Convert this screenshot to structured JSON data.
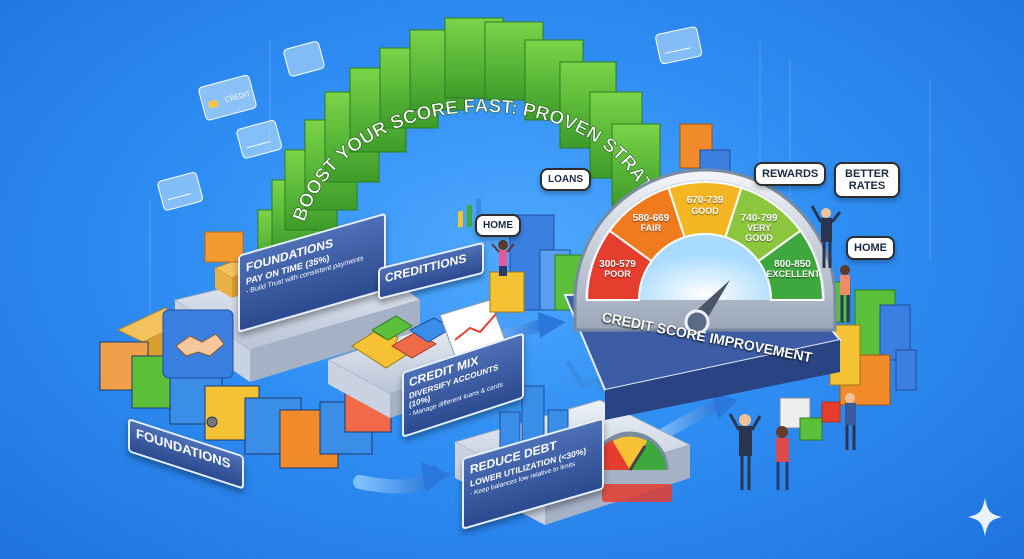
{
  "headline": "BOOST YOUR SCORE FAST: PROVEN STRATEGIES",
  "foundations_card": {
    "title": "FOUNDATIONS",
    "subtitle": "PAY ON TIME (35%)",
    "detail": "- Build Trust with consistent payments"
  },
  "foundations_plate": "FOUNDATIONS",
  "creditions_plate": "CREDITTIONS",
  "credit_mix": {
    "title": "CREDIT MIX",
    "subtitle": "DIVERSIFY ACCOUNTS (10%)",
    "detail": "- Manage different loans & cards"
  },
  "reduce_debt": {
    "title": "REDUCE DEBT",
    "subtitle": "LOWER UTILIZATION (<30%)",
    "detail": "- Keep balances low relative to limits"
  },
  "gauge": {
    "label": "CREDIT SCORE IMPROVEMENT",
    "segments": [
      {
        "range": "300-579",
        "label": "POOR",
        "color": "#e53d2e"
      },
      {
        "range": "580-669",
        "label": "FAIR",
        "color": "#f07b1f"
      },
      {
        "range": "670-739",
        "label": "GOOD",
        "color": "#f5b623"
      },
      {
        "range": "740-799",
        "label": "VERY GOOD",
        "color": "#8cc63f"
      },
      {
        "range": "800-850",
        "label": "EXCELLENT",
        "color": "#3ea83e"
      }
    ]
  },
  "bubbles": {
    "loans": "LOANS",
    "home_left": "HOME",
    "rewards": "REWARDS",
    "better_rates": "BETTER RATES",
    "home_right": "HOME"
  },
  "floating_card_label": "CREDIT",
  "colors": {
    "background": "#2f8ef3",
    "stair_green": "#5cbf3a",
    "plate_blue": "#34549b",
    "arrow_blue": "#2f7be0"
  }
}
